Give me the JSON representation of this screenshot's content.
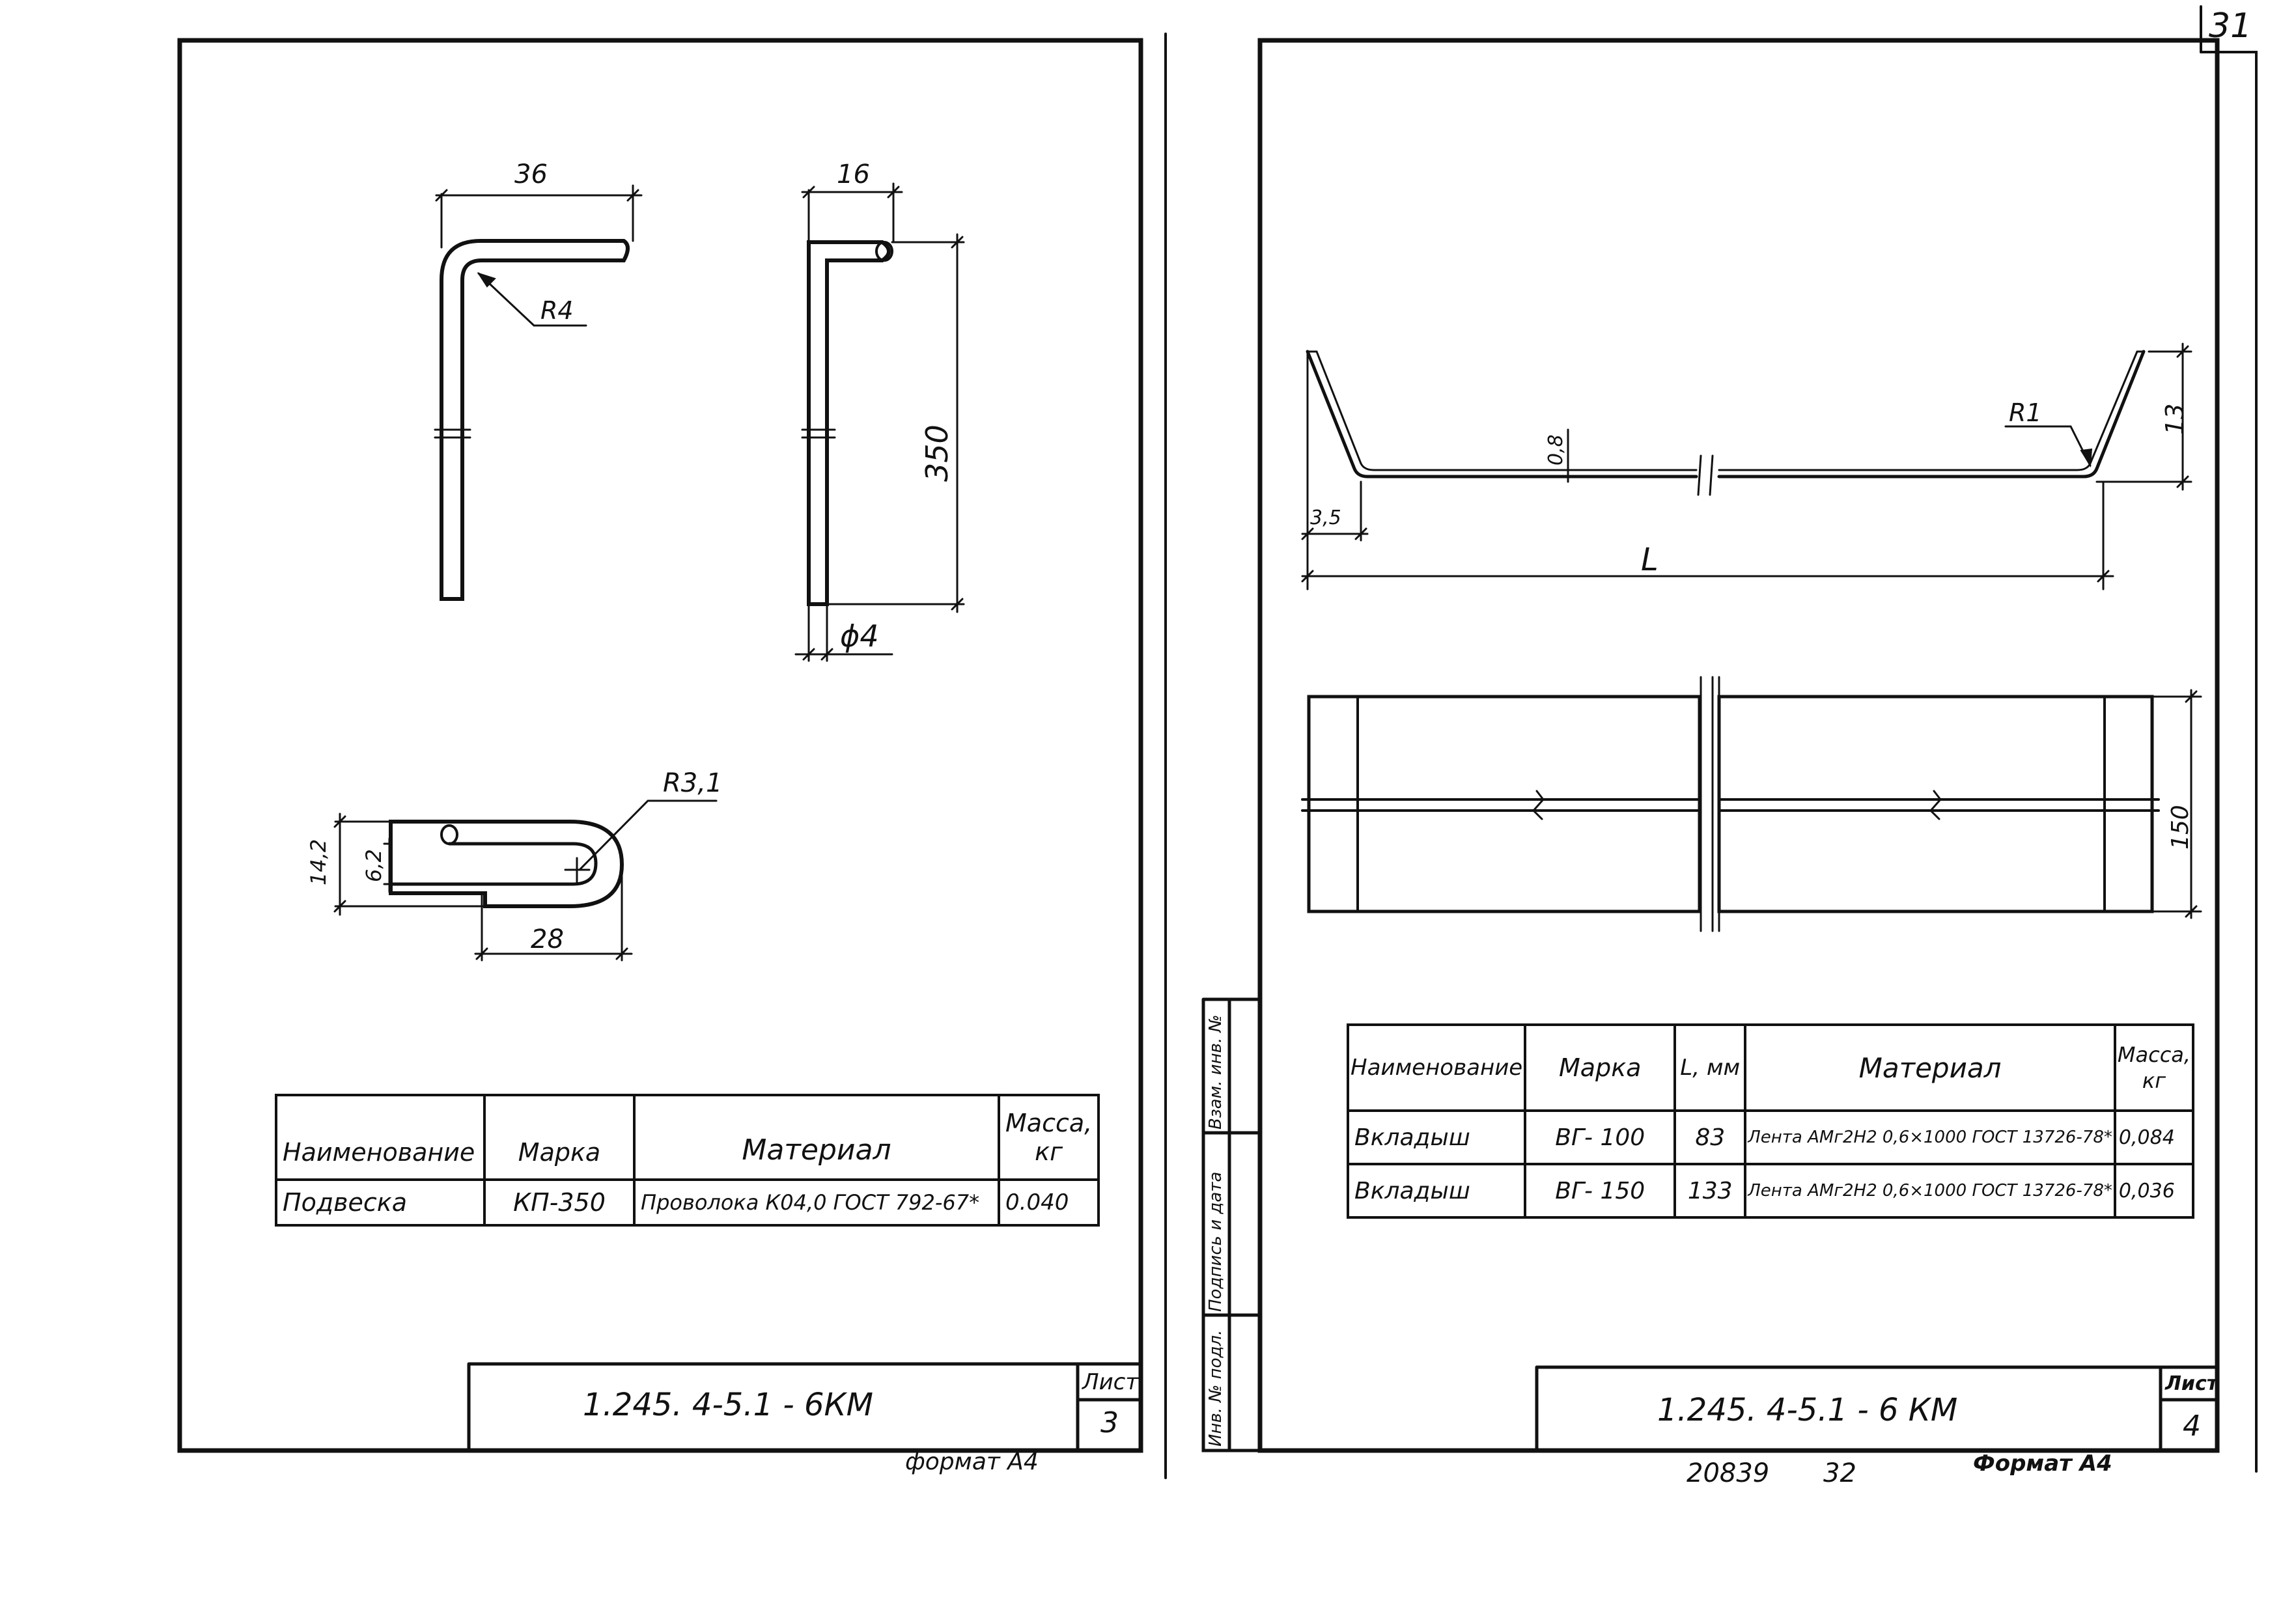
{
  "sheet_number": "31",
  "left_sheet": {
    "dims": {
      "hook_width": "36",
      "hook_radius": "R4",
      "rod_top": "16",
      "rod_length": "350",
      "rod_diameter": "ϕ4",
      "loop_radius": "R3,1",
      "loop_outer": "14,2",
      "loop_inner": "6,2",
      "loop_length": "28"
    },
    "table": {
      "headers": [
        "Наименование",
        "Марка",
        "Материал",
        "Масса, кг"
      ],
      "rows": [
        [
          "Подвеска",
          "КП-350",
          "Проволока К04,0 ГОСТ 792-67*",
          "0.040"
        ]
      ]
    },
    "title_block": {
      "code": "1.245. 4-5.1 - 6КМ",
      "sheet_label": "Лист",
      "sheet_no": "3"
    },
    "format": "формат А4"
  },
  "right_sheet": {
    "dims": {
      "thickness": "0,8",
      "radius": "R1",
      "height": "13",
      "offset": "3,5",
      "length": "L",
      "width": "150"
    },
    "table": {
      "headers": [
        "Наименование",
        "Марка",
        "L, мм",
        "Материал",
        "Масса, кг"
      ],
      "rows": [
        [
          "Вкладыш",
          "ВГ- 100",
          "83",
          "Лента АМг2Н2 0,6×1000 ГОСТ 13726-78*",
          "0,084"
        ],
        [
          "Вкладыш",
          "ВГ- 150",
          "133",
          "Лента АМг2Н2 0,6×1000 ГОСТ 13726-78*",
          "0,036"
        ]
      ]
    },
    "side_stamps": [
      "Взам. инв. №",
      "Подпись и дата",
      "Инв. № подл."
    ],
    "title_block": {
      "code": "1.245. 4-5.1 - 6 КМ",
      "sheet_label": "Лист",
      "sheet_no": "4"
    },
    "footer_numbers": [
      "20839",
      "32"
    ],
    "format": "Формат А4"
  }
}
